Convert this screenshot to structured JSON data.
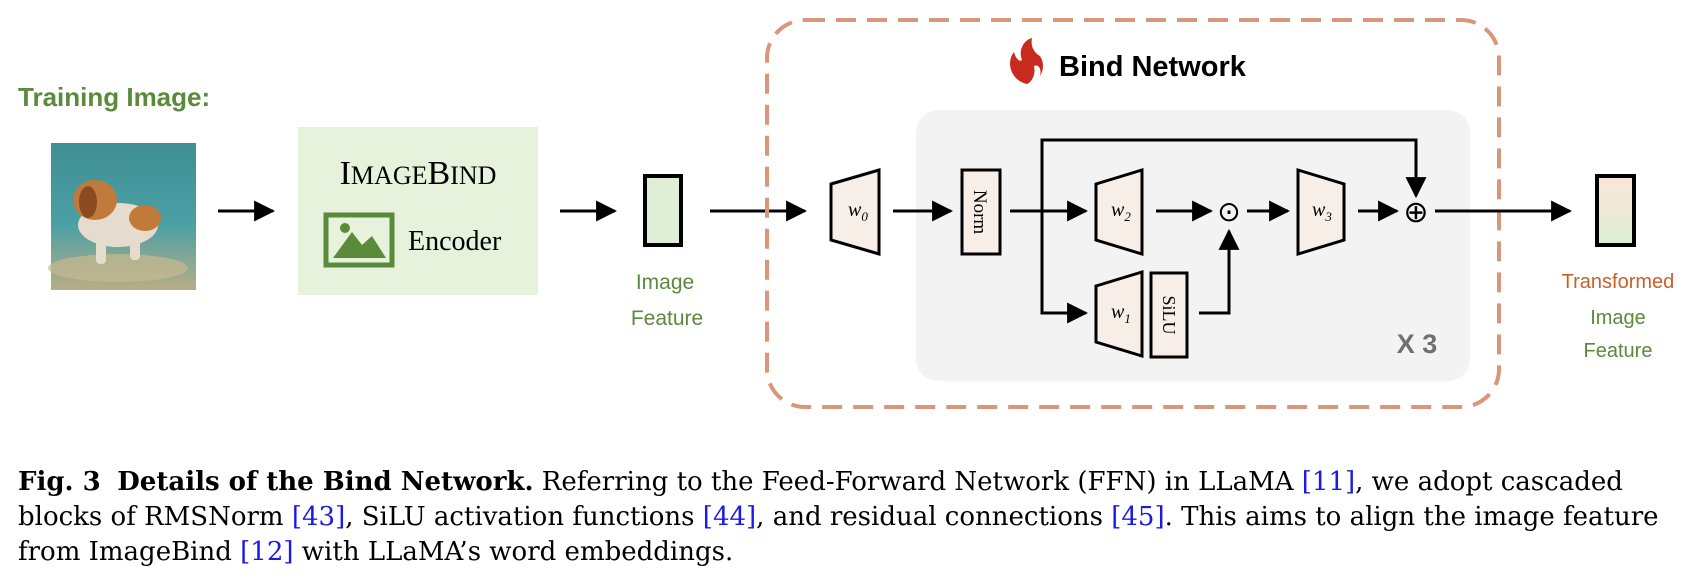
{
  "training_image": {
    "label": "Training Image:"
  },
  "encoder": {
    "title_big_i": "I",
    "title_small_1": "MAGE",
    "title_big_b": "B",
    "title_small_2": "IND",
    "label": "Encoder"
  },
  "image_feature": {
    "line1": "Image",
    "line2": "Feature"
  },
  "bind_network": {
    "title": "Bind Network",
    "repeat": "X 3"
  },
  "blocks": {
    "w0": "w",
    "w0_sub": "0",
    "norm": "Norm",
    "w1": "w",
    "w1_sub": "1",
    "w2": "w",
    "w2_sub": "2",
    "w3": "w",
    "w3_sub": "3",
    "silu": "SiLU",
    "hadamard": "⊙",
    "add": "⊕"
  },
  "output": {
    "line1": "Transformed",
    "line2": "Image",
    "line3": "Feature"
  },
  "caption": {
    "fig_label": "Fig. 3",
    "heading": "Details of the Bind Network.",
    "t1": " Referring to the Feed-Forward Network (FFN) in LLaMA ",
    "r1": "[11]",
    "t2": ", we adopt cascaded blocks of RMSNorm ",
    "r2": "[43]",
    "t3": ", SiLU activation functions ",
    "r3": "[44]",
    "t4": ", and residual connections ",
    "r4": "[45]",
    "t5": ". This aims to align the image feature from ImageBind ",
    "r5": "[12]",
    "t6": " with LLaMA’s word embeddings."
  },
  "colors": {
    "green": "#5a8a3a",
    "orange": "#c8602a",
    "dash_border": "#d9967a",
    "trapezoid_fill": "#f7eee8",
    "encoder_bg": "#e6f2dc",
    "inner_panel": "#f3f3f3"
  }
}
